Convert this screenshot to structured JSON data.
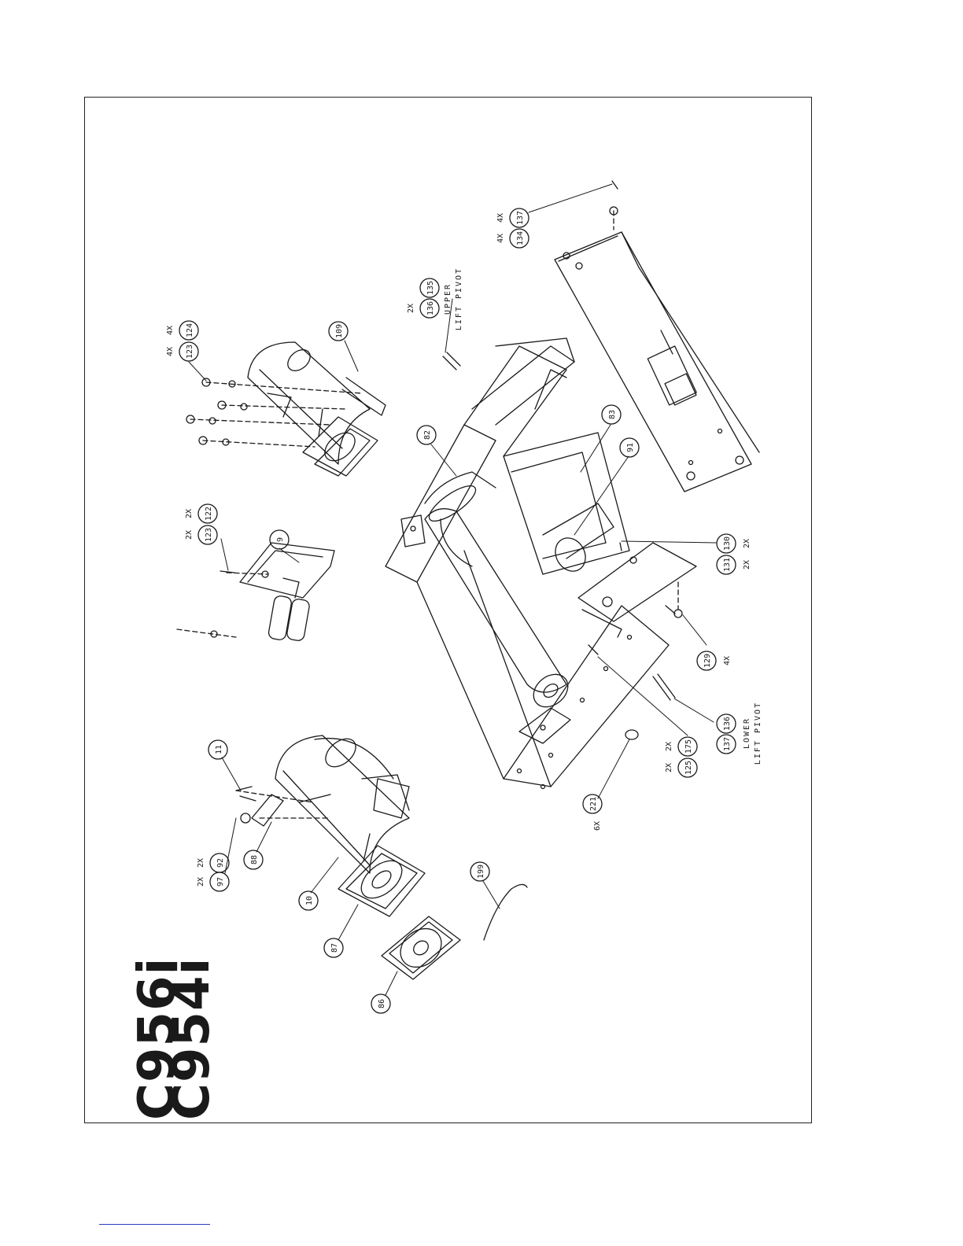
{
  "models": [
    "C956i",
    "C954i"
  ],
  "colors": {
    "ink": "#1a1a1a",
    "footer_rule": "#2a3fbf"
  },
  "callouts": [
    {
      "id": "11"
    },
    {
      "id": "88"
    },
    {
      "id": "92",
      "qty": "2X"
    },
    {
      "id": "97",
      "qty": "2X"
    },
    {
      "id": "10"
    },
    {
      "id": "87"
    },
    {
      "id": "86"
    },
    {
      "id": "199"
    },
    {
      "id": "9"
    },
    {
      "id": "122",
      "qty": "2X"
    },
    {
      "id": "123",
      "qty": "2X"
    },
    {
      "id": "109"
    },
    {
      "id": "124",
      "qty": "4X"
    },
    {
      "id": "123",
      "qty": "4X"
    },
    {
      "id": "135"
    },
    {
      "id": "136",
      "qty": "2X"
    },
    {
      "id": "137",
      "qty": "4X"
    },
    {
      "id": "134",
      "qty": "4X"
    },
    {
      "id": "82"
    },
    {
      "id": "83"
    },
    {
      "id": "91"
    },
    {
      "id": "130",
      "qty": "2X"
    },
    {
      "id": "131",
      "qty": "2X"
    },
    {
      "id": "129",
      "qty": "4X"
    },
    {
      "id": "136"
    },
    {
      "id": "137"
    },
    {
      "id": "175",
      "qty": "2X"
    },
    {
      "id": "125",
      "qty": "2X"
    },
    {
      "id": "221",
      "qty": "6X"
    }
  ],
  "labels": {
    "upper": "UPPER",
    "upper_pivot": "LIFT PIVOT",
    "lower": "LOWER",
    "lower_pivot": "LIFT PIVOT"
  }
}
